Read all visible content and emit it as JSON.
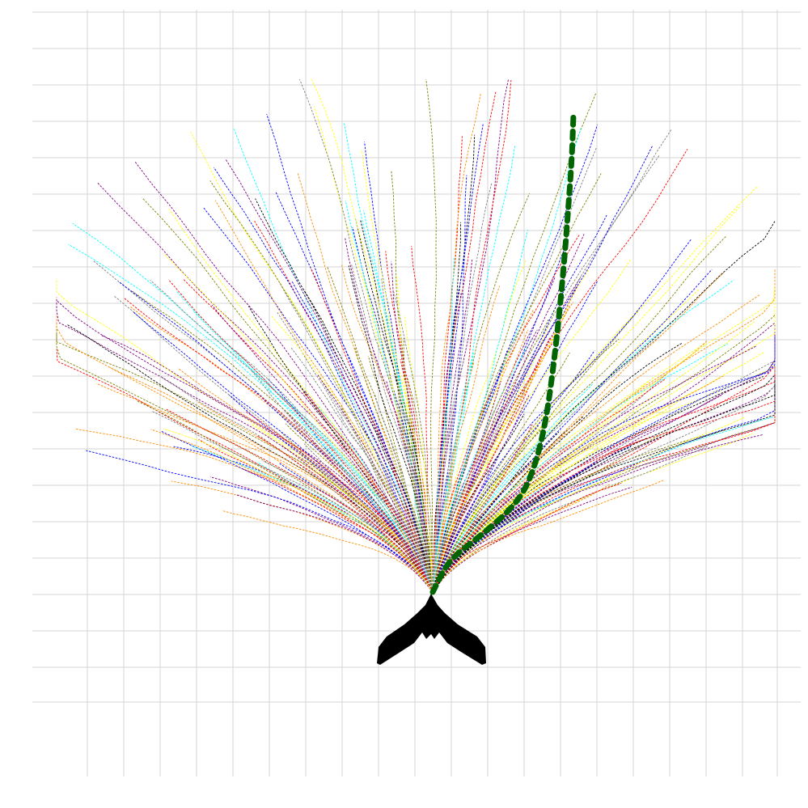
{
  "chart_data": {
    "type": "line",
    "title": "",
    "xlabel": "",
    "ylabel": "",
    "grid": true,
    "origin": [
      0,
      0
    ],
    "highlight_color": "#006400",
    "highlight_path": [
      [
        0,
        0
      ],
      [
        20,
        40
      ],
      [
        60,
        70
      ],
      [
        105,
        110
      ],
      [
        125,
        150
      ],
      [
        140,
        210
      ],
      [
        152,
        300
      ],
      [
        162,
        400
      ],
      [
        168,
        480
      ],
      [
        172,
        535
      ],
      [
        174,
        590
      ]
    ],
    "palette": [
      "#ff0000",
      "#0000ff",
      "#ffff00",
      "#00ffff",
      "#000000",
      "#800080",
      "#808000",
      "#ff8c00",
      "#808080"
    ],
    "n_paths": 260,
    "xlim": [
      -465,
      425
    ],
    "ylim": [
      -140,
      640
    ],
    "glyph": "whale-tail"
  }
}
